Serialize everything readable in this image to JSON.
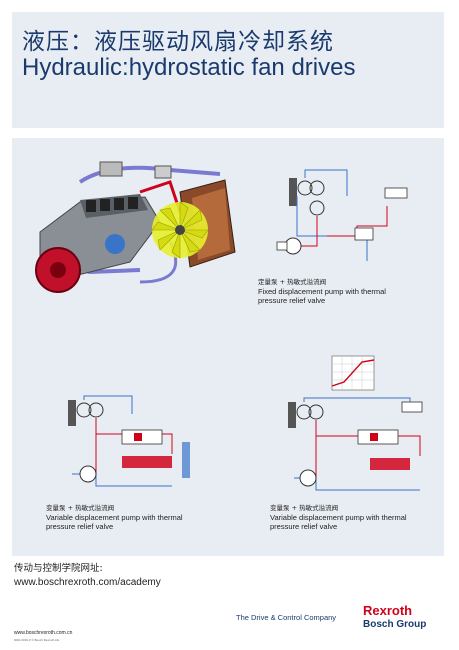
{
  "header": {
    "title_cn": "液压：液压驱动风扇冷却系统",
    "title_en": "Hydraulic:hydrostatic fan drives"
  },
  "diagrams": [
    {
      "caption_cn": "定量泵 + 热敏式溢流阀",
      "caption_en_1": "Fixed displacement pump with thermal",
      "caption_en_2": "pressure relief valve"
    },
    {
      "caption_cn": "变量泵 + 热敏式溢流阀",
      "caption_en_1": "Variable displacement pump with thermal",
      "caption_en_2": "pressure relief valve"
    },
    {
      "caption_cn": "变量泵 + 热敏式溢流阀",
      "caption_en_1": "Variable displacement pump with thermal",
      "caption_en_2": "pressure relief valve"
    }
  ],
  "academy": {
    "label_cn": "传动与控制学院网址:",
    "url": "www.boschrexroth.com/academy"
  },
  "footer": {
    "site": "www.boschrexroth.com.cn",
    "code": "0001.0001.0 © Bosch Rexroth AG",
    "company": "The Drive & Control Company",
    "brand": "Rexroth",
    "group": "Bosch Group"
  },
  "colors": {
    "title": "#1a3a6e",
    "brand_red": "#d0021b",
    "panel": "#e8edf3"
  }
}
